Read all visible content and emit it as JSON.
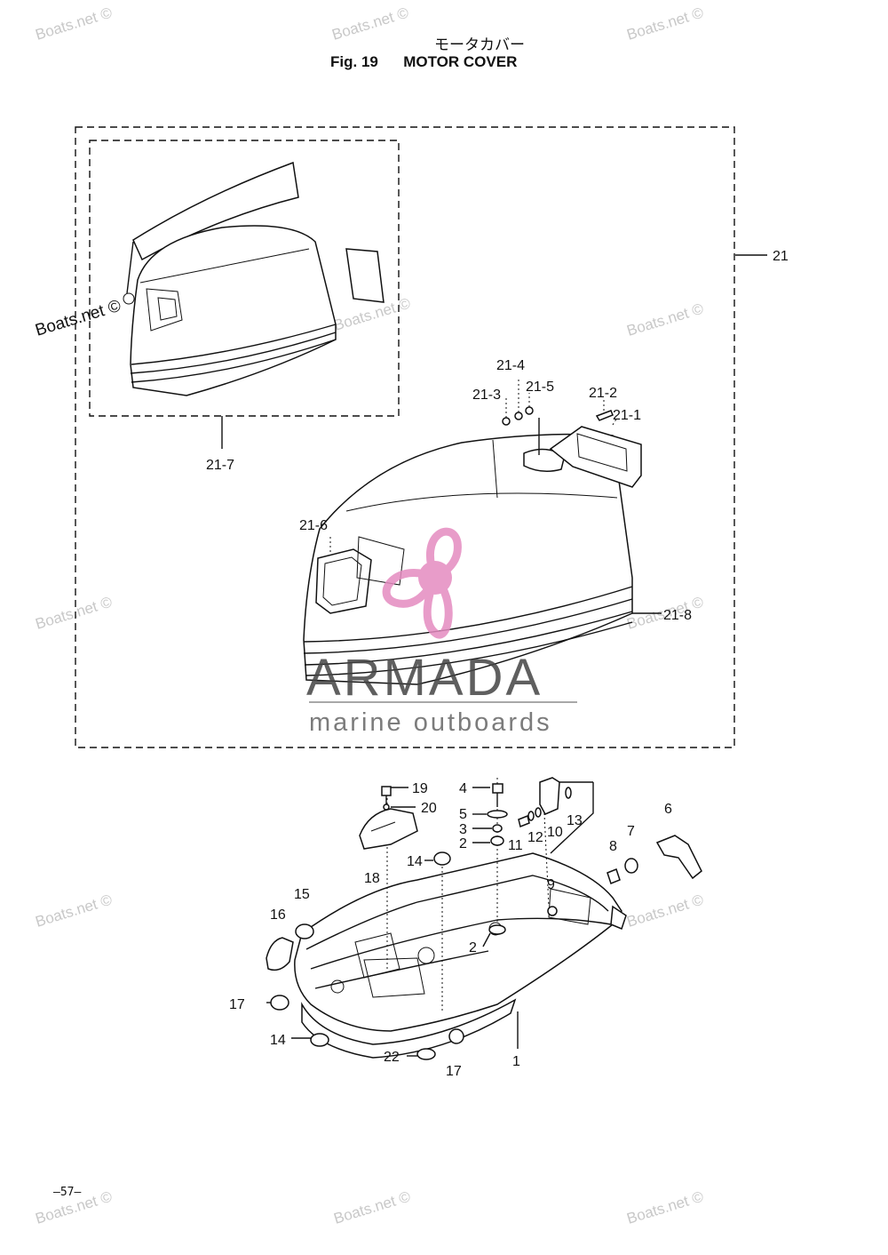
{
  "header": {
    "title_jp": "モータカバー",
    "figure": "Fig. 19",
    "title_en": "MOTOR COVER"
  },
  "page_number": "—57—",
  "watermark": {
    "text": "Boats.net ©",
    "color": "#c8c8c8"
  },
  "logo": {
    "name": "ARMADA",
    "tagline": "marine outboards",
    "accent_color": "#e58bc0",
    "text_color": "#444444"
  },
  "callouts": {
    "c21": "21",
    "c21_1": "21-1",
    "c21_2": "21-2",
    "c21_3": "21-3",
    "c21_4": "21-4",
    "c21_5": "21-5",
    "c21_6": "21-6",
    "c21_7": "21-7",
    "c21_8": "21-8",
    "c1": "1",
    "c2a": "2",
    "c2b": "2",
    "c3": "3",
    "c4": "4",
    "c5": "5",
    "c6": "6",
    "c7": "7",
    "c8": "8",
    "c9": "9",
    "c10": "10",
    "c11": "11",
    "c12": "12",
    "c13": "13",
    "c14a": "14",
    "c14b": "14",
    "c15": "15",
    "c16": "16",
    "c17a": "17",
    "c17b": "17",
    "c18": "18",
    "c19": "19",
    "c20": "20",
    "c22": "22"
  }
}
